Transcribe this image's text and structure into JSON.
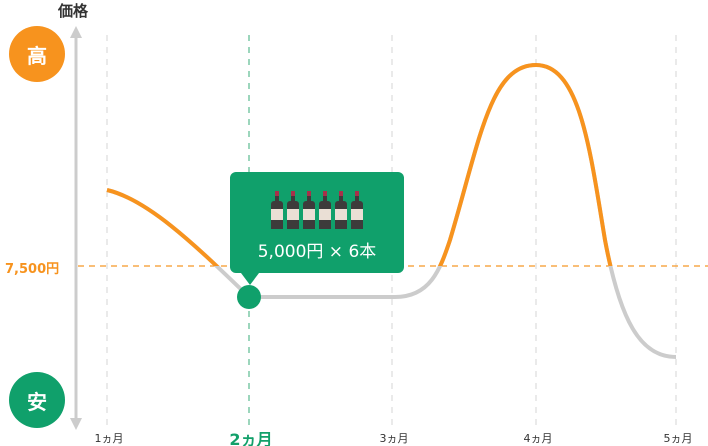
{
  "y_axis": {
    "title": "価格",
    "high_label": "高",
    "low_label": "安",
    "reference_label": "7,500円"
  },
  "x_axis": {
    "labels": [
      "1ヵ月",
      "2ヵ月",
      "3ヵ月",
      "4ヵ月",
      "5ヵ月"
    ],
    "active_index": 1
  },
  "tooltip": {
    "text": "5,000円 × 6本",
    "bottle_count": 6
  },
  "colors": {
    "high": "#f7931e",
    "low": "#10a06b",
    "curve": "#cccccc",
    "above_ref": "#f7931e",
    "grid": "#e3e3e3"
  }
}
